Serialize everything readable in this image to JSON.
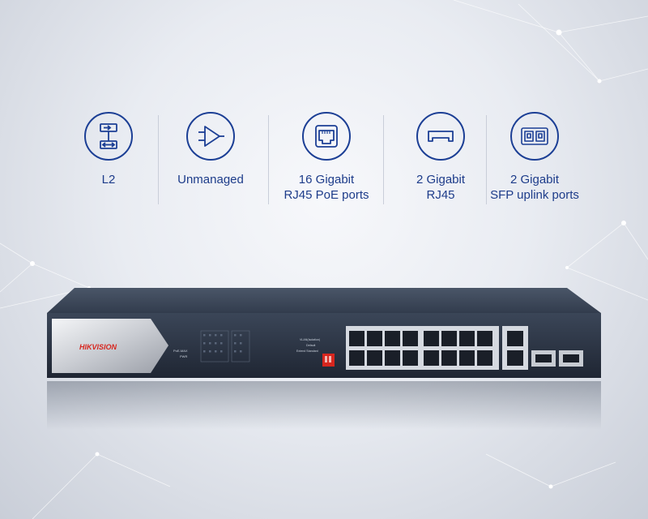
{
  "features": [
    {
      "icon": "l2-layer-icon",
      "label": "L2"
    },
    {
      "icon": "unmanaged-play-icon",
      "label": "Unmanaged"
    },
    {
      "icon": "rj45-port-icon",
      "label": "16 Gigabit\nRJ45 PoE ports"
    },
    {
      "icon": "rj45-slot-icon",
      "label": "2 Gigabit\nRJ45"
    },
    {
      "icon": "sfp-port-icon",
      "label": "2 Gigabit\nSFP uplink ports"
    }
  ],
  "device": {
    "brand": "HIKVISION",
    "led_labels": [
      "PoE-MAX",
      "PWR"
    ],
    "switch_labels": [
      "VLAN(Isolation)",
      "Default",
      "Extend Standard"
    ],
    "colors": {
      "brand_red": "#d7261e",
      "icon_blue": "#1c3f95",
      "chassis": "#2f3a4c"
    }
  }
}
